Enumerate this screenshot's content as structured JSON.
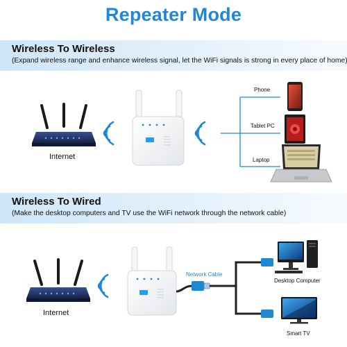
{
  "title": "Repeater Mode",
  "section1": {
    "heading": "Wireless To Wireless",
    "description": "(Expand wireless range and enhance wireless signal, let the WiFi signals is strong in every place of home)",
    "router_label": "Internet",
    "devices": [
      "Phone",
      "Tablet PC",
      "Laptop"
    ]
  },
  "section2": {
    "heading": "Wireless To Wired",
    "description": "(Make the desktop computers and TV use the WiFi network through the network cable)",
    "router_label": "Internet",
    "cable_label": "Network Cable",
    "devices": [
      "Desktop Computer",
      "Smart TV"
    ]
  },
  "colors": {
    "accent": "#1e88d6",
    "band": "#cfe6f8"
  }
}
